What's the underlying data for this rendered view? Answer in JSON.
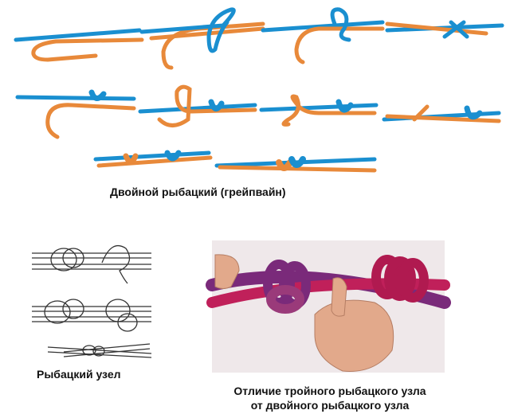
{
  "captions": {
    "double_fisherman": "Двойной рыбацкий (грейпвайн)",
    "fisherman": "Рыбацкий узел",
    "triple_vs_double_line1": "Отличие тройного рыбацкого узла",
    "triple_vs_double_line2": "от двойного рыбацкого узла"
  },
  "colors": {
    "rope_blue": "#1a8fd0",
    "rope_orange": "#e8893a",
    "rope_purple": "#7a2a7a",
    "rope_red": "#c0205a",
    "photo_bg": "#efe8ea",
    "skin": "#e2a98b",
    "sketch_line": "#333333"
  }
}
